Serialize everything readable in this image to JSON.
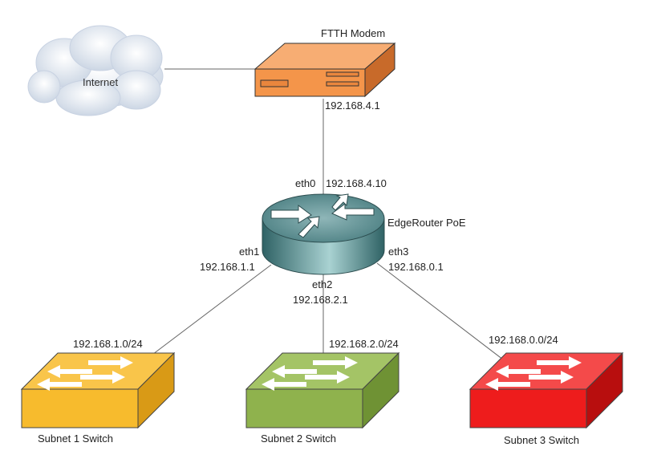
{
  "internet": {
    "label": "Internet"
  },
  "modem": {
    "title": "FTTH Modem",
    "ip": "192.168.4.1",
    "color": "#f4954a"
  },
  "router": {
    "name": "EdgeRouter PoE",
    "eth0": {
      "iface": "eth0",
      "ip": "192.168.4.10"
    },
    "eth1": {
      "iface": "eth1",
      "ip": "192.168.1.1"
    },
    "eth2": {
      "iface": "eth2",
      "ip": "192.168.2.1"
    },
    "eth3": {
      "iface": "eth3",
      "ip": "192.168.0.1"
    },
    "color": "#4f8c8f"
  },
  "switches": [
    {
      "subnet": "192.168.1.0/24",
      "label": "Subnet 1 Switch",
      "color": "#f7bb2d"
    },
    {
      "subnet": "192.168.2.0/24",
      "label": "Subnet 2 Switch",
      "color": "#8fb24d"
    },
    {
      "subnet": "192.168.0.0/24",
      "label": "Subnet 3 Switch",
      "color": "#ee1c1c"
    }
  ]
}
